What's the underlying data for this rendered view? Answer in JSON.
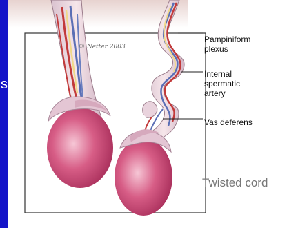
{
  "slide": {
    "partial_left_text": "s",
    "labels": {
      "pampiniform": "Pampiniform\nplexus",
      "internal": "Internal\nspermatic\nartery",
      "vas": "Vas deferens"
    },
    "caption": "Twisted cord",
    "signature": "© Netter 2003"
  },
  "colors": {
    "background": "#1414c8",
    "testis": "#c8486e",
    "cord_tissue": "#f2c9b4",
    "vessel_red": "#c23a3a",
    "vessel_blue": "#5b6fb5",
    "sheath": "#e6cbd6"
  }
}
